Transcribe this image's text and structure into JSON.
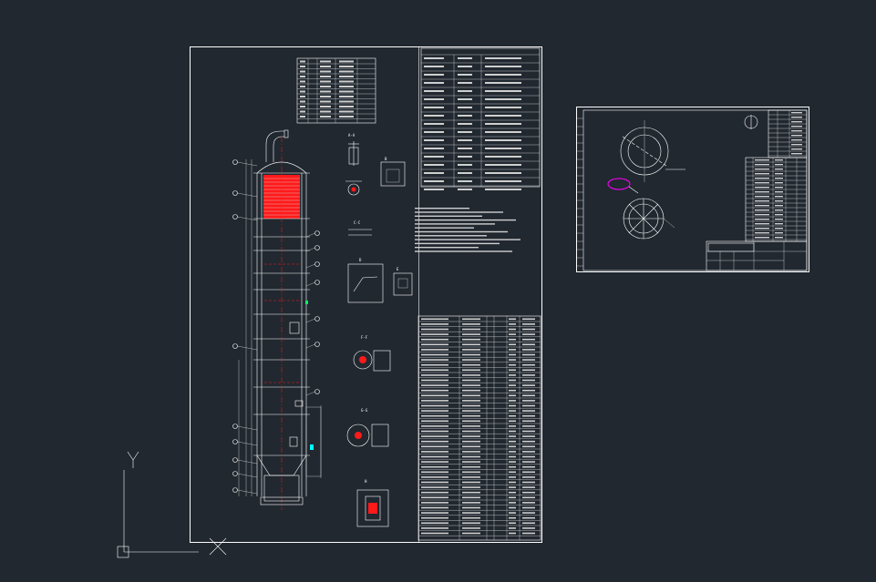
{
  "app": {
    "name": "CAD drawing viewport"
  },
  "colors": {
    "background": "#212830",
    "line": "#ffffff",
    "hatch": "#ff1a1a",
    "cyan": "#00ffff",
    "green": "#00ff66",
    "magenta": "#ff00ff",
    "yellow": "#ffff00"
  },
  "ucs": {
    "x_label": "",
    "y_label": "Y"
  },
  "sheets": {
    "main": {
      "tables": [
        "nozzle-table",
        "design-data-table",
        "bill-of-materials-table"
      ]
    },
    "small": {
      "tables": [
        "small-parts-table",
        "small-title-block"
      ]
    }
  },
  "selection": {
    "shape": "revision-cloud",
    "color": "magenta"
  }
}
